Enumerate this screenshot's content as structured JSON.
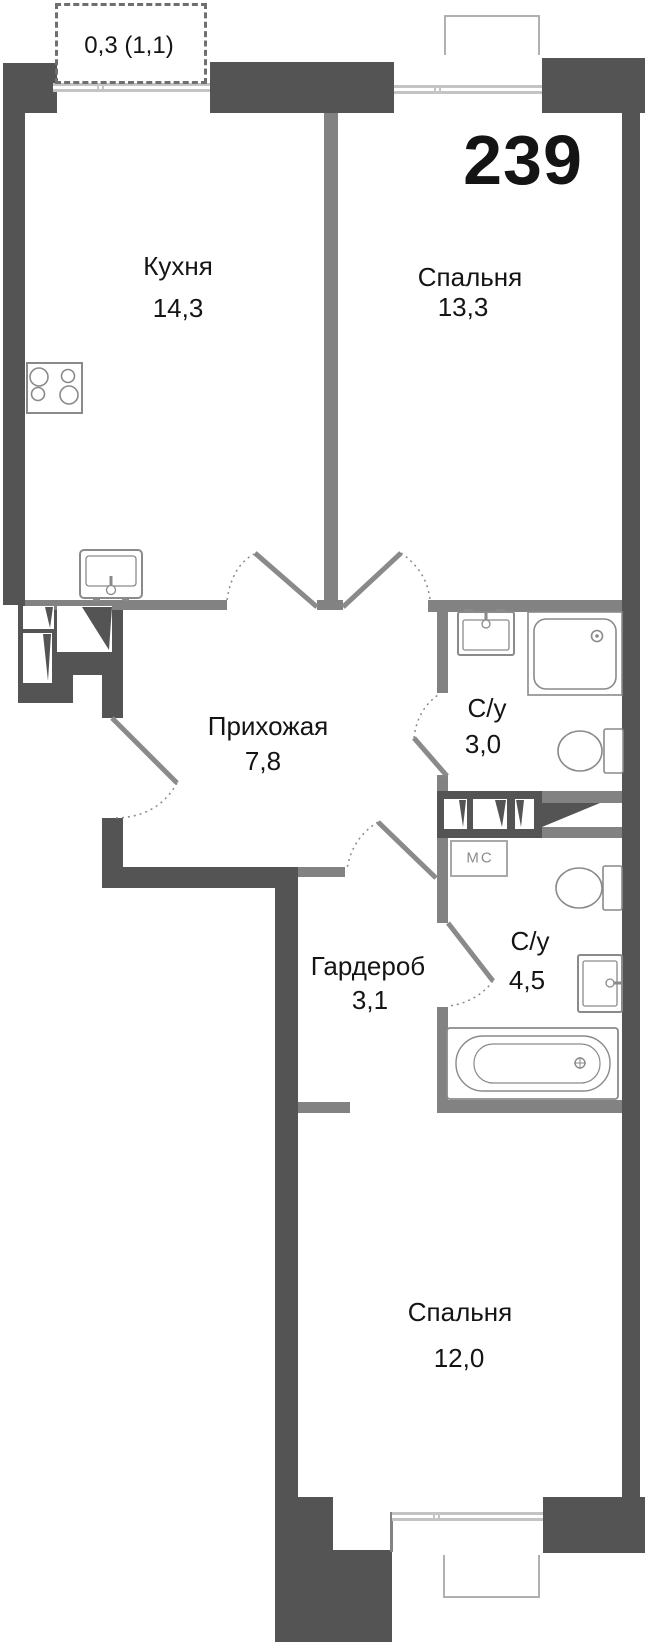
{
  "title": {
    "apartment_number": "239"
  },
  "balcony": {
    "label": "0,3 (1,1)"
  },
  "rooms": [
    {
      "name": "Кухня",
      "area": "14,3"
    },
    {
      "name": "Спальня",
      "area": "13,3"
    },
    {
      "name": "Прихожая",
      "area": "7,8"
    },
    {
      "name": "С/у",
      "area": "3,0"
    },
    {
      "name": "Гардероб",
      "area": "3,1"
    },
    {
      "name": "С/у",
      "area": "4,5"
    },
    {
      "name": "Спальня",
      "area": "12,0"
    }
  ],
  "annotations": {
    "washing_machine": "МС"
  },
  "colors": {
    "wall_dark": "#545454",
    "wall_gray": "#828282",
    "window_line": "#c4c4c4",
    "fixture_stroke": "#8a8a8a",
    "text": "#141414",
    "muted_text": "#8c8c8c"
  }
}
